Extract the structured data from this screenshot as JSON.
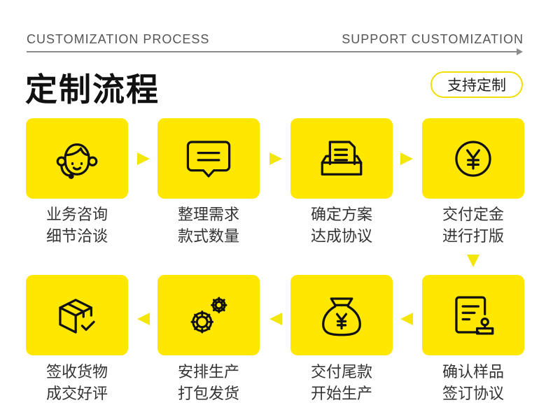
{
  "header": {
    "left_en": "CUSTOMIZATION PROCESS",
    "right_en": "SUPPORT CUSTOMIZATION",
    "title": "定制流程",
    "pill_label": "支持定制"
  },
  "steps": [
    {
      "icon": "customer-service-icon",
      "line1": "业务咨询",
      "line2": "细节洽谈"
    },
    {
      "icon": "message-icon",
      "line1": "整理需求",
      "line2": "款式数量"
    },
    {
      "icon": "document-tray-icon",
      "line1": "确定方案",
      "line2": "达成协议"
    },
    {
      "icon": "yen-coin-icon",
      "line1": "交付定金",
      "line2": "进行打版"
    },
    {
      "icon": "stamp-document-icon",
      "line1": "确认样品",
      "line2": "签订协议"
    },
    {
      "icon": "money-bag-icon",
      "line1": "交付尾款",
      "line2": "开始生产"
    },
    {
      "icon": "gears-icon",
      "line1": "安排生产",
      "line2": "打包发货"
    },
    {
      "icon": "box-check-icon",
      "line1": "签收货物",
      "line2": "成交好评"
    }
  ],
  "colors": {
    "accent": "#ffe700",
    "arrow": "#f3e60a",
    "text": "#333333"
  }
}
